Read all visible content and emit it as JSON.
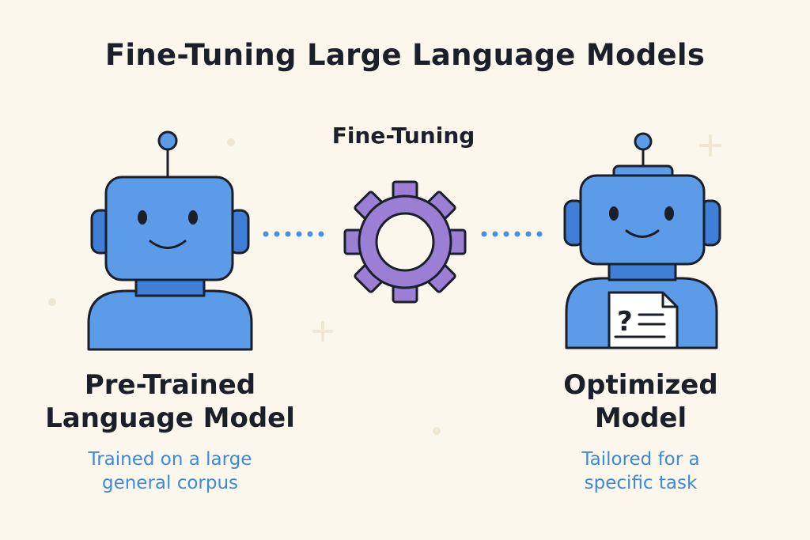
{
  "title": "Fine-Tuning Large Language Models",
  "process": {
    "label": "Fine-Tuning",
    "icon": "gear-icon"
  },
  "left_model": {
    "title_lines": [
      "Pre-Trained",
      "Language Model"
    ],
    "desc_lines": [
      "Trained on a large",
      "general corpus"
    ],
    "icon": "robot-icon"
  },
  "right_model": {
    "title_lines": [
      "Optimized",
      "Model"
    ],
    "desc_lines": [
      "Tailored for a",
      "specific task"
    ],
    "icon": "robot-with-document-icon"
  },
  "colors": {
    "background": "#FBF7EC",
    "robot_fill": "#5B9BE8",
    "robot_dark": "#3F7ED6",
    "outline": "#1B1F2A",
    "gear": "#9B7FD4",
    "connector": "#4A90E2",
    "caption": "#3E89D8"
  }
}
